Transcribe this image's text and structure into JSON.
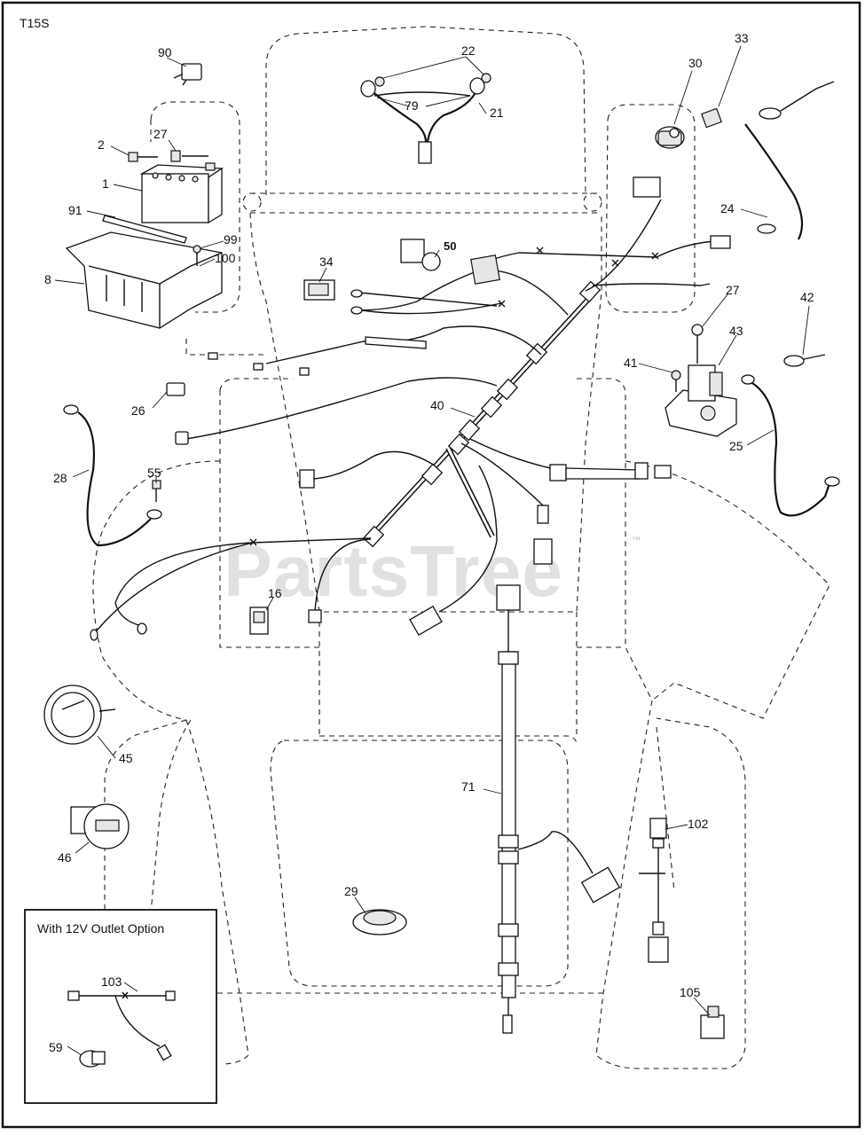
{
  "diagram_code": "T15S",
  "watermark": {
    "text": "PartsTree",
    "trademark": "™"
  },
  "inset": {
    "title": "With 12V Outlet Option",
    "callouts": [
      "103",
      "59"
    ]
  },
  "callouts": {
    "c90": "90",
    "c22": "22",
    "c79": "79",
    "c21": "21",
    "c30": "30",
    "c33": "33",
    "c2": "2",
    "c27a": "27",
    "c1": "1",
    "c91": "91",
    "c99": "99",
    "c100": "100",
    "c8": "8",
    "c24": "24",
    "c50": "50",
    "c34": "34",
    "c27b": "27",
    "c42": "42",
    "c43": "43",
    "c41": "41",
    "c26": "26",
    "c40": "40",
    "c25": "25",
    "c28": "28",
    "c55": "55",
    "c16": "16",
    "c45": "45",
    "c71": "71",
    "c102": "102",
    "c46": "46",
    "c29": "29",
    "c105": "105"
  }
}
